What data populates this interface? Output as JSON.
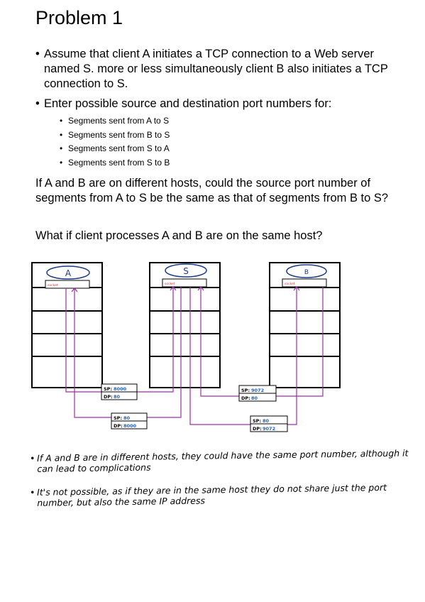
{
  "title": "Problem 1",
  "bullets": [
    "Assume that client A initiates a TCP connection to a Web server named S. more or less simultaneously client B also initiates a TCP connection to S.",
    "Enter possible source and destination port numbers for:"
  ],
  "sub_bullets": [
    "Segments sent from A to S",
    "Segments sent from B to S",
    "Segments sent from S to A",
    "Segments sent from S to B"
  ],
  "question_1": "If A and B are on different hosts, could the source port number of segments from A to S be the same as that of segments from B to S?",
  "question_2": "What if client processes A and B are on the same host?",
  "diagram": {
    "hosts": [
      {
        "label": "A",
        "socket_label": "socket"
      },
      {
        "label": "S",
        "socket_label": "socket"
      },
      {
        "label": "B",
        "socket_label": "socket"
      }
    ],
    "port_boxes": [
      {
        "sp_label": "SP:",
        "sp_value": "8000",
        "dp_label": "DP:",
        "dp_value": "80"
      },
      {
        "sp_label": "SP:",
        "sp_value": "80",
        "dp_label": "DP:",
        "dp_value": "8000"
      },
      {
        "sp_label": "SP:",
        "sp_value": "9072",
        "dp_label": "DP:",
        "dp_value": "80"
      },
      {
        "sp_label": "SP:",
        "sp_value": "80",
        "dp_label": "DP:",
        "dp_value": "9072"
      }
    ],
    "colors": {
      "line": "#9b30a8",
      "label": "#e03030",
      "value": "#1a5fd0",
      "ellipse": "#1a3a8a"
    }
  },
  "notes": [
    "If A and B are in different hosts, they could have the same port number, although it can lead to complications",
    "It's not possible, as if they are in the same host they do not share just the port number, but also the same IP address"
  ]
}
